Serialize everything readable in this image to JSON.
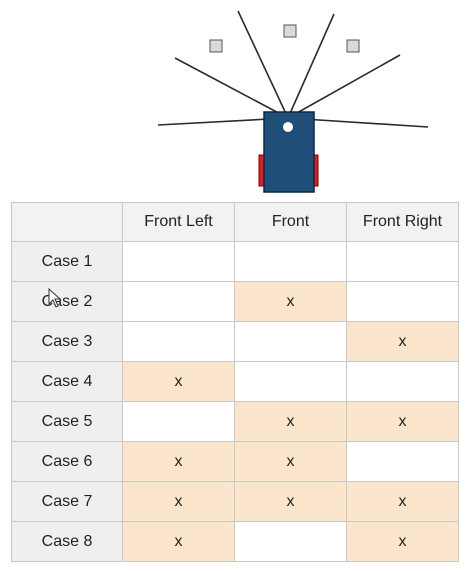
{
  "colors": {
    "robot_body": "#1f4e79",
    "wheel": "#e02020",
    "sensor_box": "#d9d9d9",
    "header_bg": "#f2f2f2",
    "highlight": "#fce5cd"
  },
  "icons": [
    "robot-icon",
    "sensor-beam-lines",
    "obstacle-marker-icon",
    "mouse-pointer-icon"
  ],
  "table": {
    "headers": [
      "",
      "Front Left",
      "Front",
      "Front Right"
    ],
    "rows": [
      {
        "label": "Case 1",
        "cells": [
          "",
          "",
          ""
        ]
      },
      {
        "label": "Case 2",
        "cells": [
          "",
          "x",
          ""
        ]
      },
      {
        "label": "Case 3",
        "cells": [
          "",
          "",
          "x"
        ]
      },
      {
        "label": "Case 4",
        "cells": [
          "x",
          "",
          ""
        ]
      },
      {
        "label": "Case 5",
        "cells": [
          "",
          "x",
          "x"
        ]
      },
      {
        "label": "Case 6",
        "cells": [
          "x",
          "x",
          ""
        ]
      },
      {
        "label": "Case 7",
        "cells": [
          "x",
          "x",
          "x"
        ]
      },
      {
        "label": "Case 8",
        "cells": [
          "x",
          "",
          "x"
        ]
      }
    ]
  }
}
